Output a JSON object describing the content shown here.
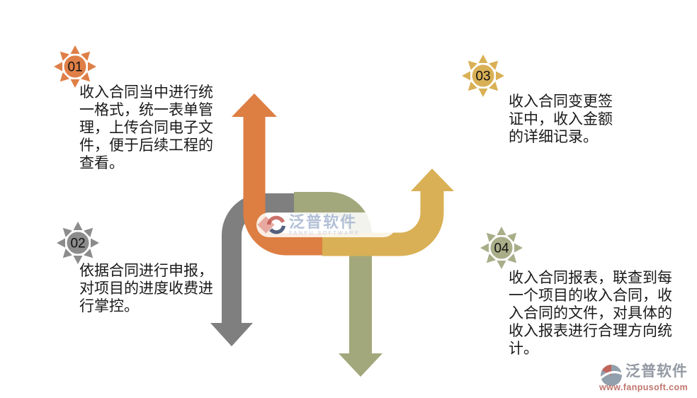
{
  "steps": [
    {
      "number": "01",
      "badge_color": "#DF7F47",
      "text": "收入合同当中进行统一格式，统一表单管理，上传合同电子文件，便于后续工程的查看。"
    },
    {
      "number": "02",
      "badge_color": "#8C8C8C",
      "text": "依据合同进行申报，对项目的进度收费进行掌控。"
    },
    {
      "number": "03",
      "badge_color": "#D9B055",
      "text": "收入合同变更签证中，收入金额的详细记录。"
    },
    {
      "number": "04",
      "badge_color": "#A9AE89",
      "text": "收入合同报表，联查到每一个项目的收入合同，收入合同的文件，对具体的收入报表进行合理方向统计。"
    }
  ],
  "arrows": {
    "up_left_color": "#DD7E42",
    "down_left_color": "#7F7F7F",
    "down_center_color": "#A2A87B",
    "up_right_color": "#D9B055"
  },
  "center_watermark": {
    "brand": "泛普软件",
    "subtitle": "FANPU SOFTWARE"
  },
  "corner_watermark": {
    "brand": "泛普软件",
    "url": "www.fanpusoft.com"
  }
}
